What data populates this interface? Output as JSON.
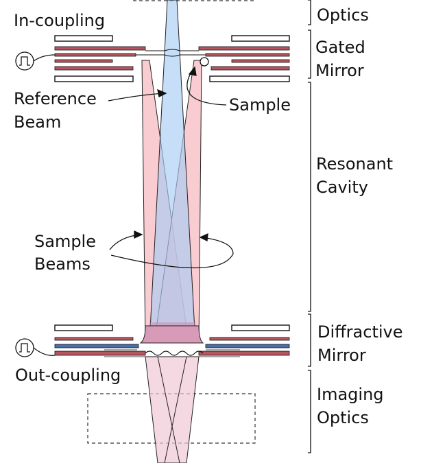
{
  "labels": {
    "in_coupling": "In-coupling",
    "reference_beam_1": "Reference",
    "reference_beam_2": "Beam",
    "sample": "Sample",
    "sample_beams_1": "Sample",
    "sample_beams_2": "Beams",
    "out_coupling": "Out-coupling"
  },
  "sections": {
    "optics_top": "Optics",
    "gated_mirror_1": "Gated",
    "gated_mirror_2": "Mirror",
    "resonant_cavity_1": "Resonant",
    "resonant_cavity_2": "Cavity",
    "diffractive_mirror_1": "Diffractive",
    "diffractive_mirror_2": "Mirror",
    "imaging_optics_1": "Imaging",
    "imaging_optics_2": "Optics"
  },
  "colors": {
    "red_layer": "#b5555f",
    "blue_layer": "#4b6fae",
    "sample_beam": "#f7b6bd",
    "reference_beam": "#a9cdf4",
    "overlap": "#c98fb5"
  }
}
